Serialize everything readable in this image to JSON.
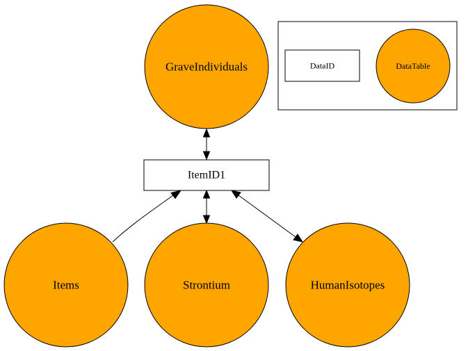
{
  "colors": {
    "table_fill": "#ffa500",
    "id_fill": "#ffffff",
    "stroke": "#000000"
  },
  "legend": {
    "id_label": "DataID",
    "table_label": "DataTable"
  },
  "nodes": {
    "grave_individuals": "GraveIndividuals",
    "item_id": "ItemID1",
    "items": "Items",
    "strontium": "Strontium",
    "human_isotopes": "HumanIsotopes"
  },
  "edges": [
    {
      "from": "ItemID1",
      "to": "GraveIndividuals",
      "direction": "both"
    },
    {
      "from": "Items",
      "to": "ItemID1",
      "direction": "forward"
    },
    {
      "from": "ItemID1",
      "to": "Strontium",
      "direction": "both"
    },
    {
      "from": "ItemID1",
      "to": "HumanIsotopes",
      "direction": "both"
    }
  ]
}
